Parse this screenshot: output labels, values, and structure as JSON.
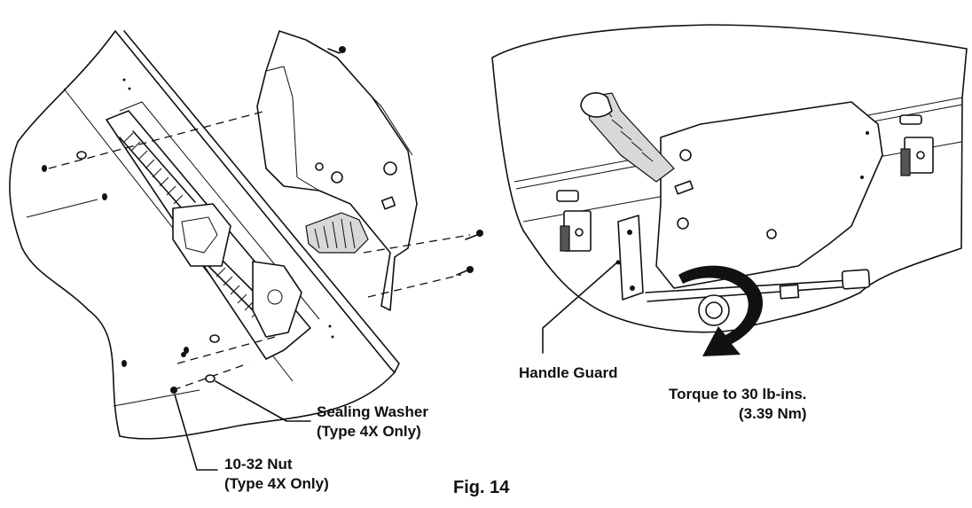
{
  "labels": {
    "sealing_washer_line1": "Sealing Washer",
    "sealing_washer_line2": "(Type 4X Only)",
    "nut_line1": "10-32 Nut",
    "nut_line2": "(Type 4X Only)",
    "handle_guard": "Handle Guard",
    "torque_line1": "Torque to 30 lb-ins.",
    "torque_line2": "(3.39 Nm)",
    "figure_caption": "Fig. 14"
  }
}
